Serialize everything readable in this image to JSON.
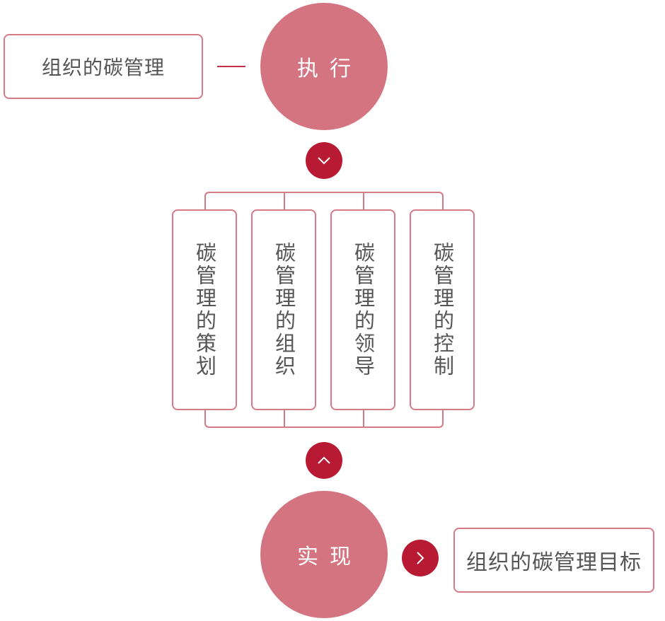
{
  "top_box": "组织的碳管理",
  "circle_top": "执行",
  "columns": [
    "碳管理的策划",
    "碳管理的组织",
    "碳管理的领导",
    "碳管理的控制"
  ],
  "circle_bottom": "实现",
  "bottom_box": "组织的碳管理目标",
  "colors": {
    "accent": "#b81a33",
    "circle": "#d47480",
    "border": "#d67a86",
    "text": "#555555"
  }
}
